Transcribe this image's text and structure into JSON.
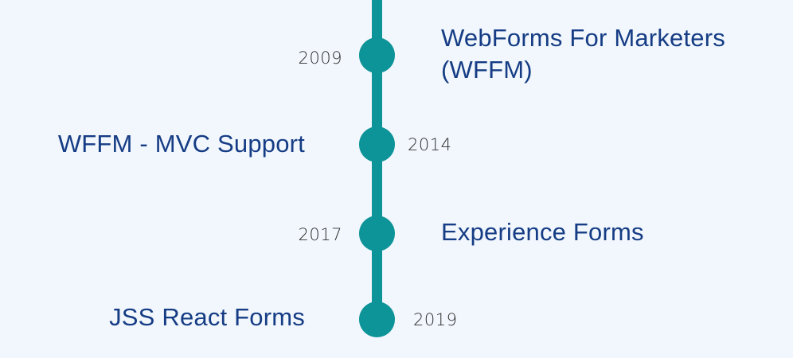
{
  "page": {
    "title": "Sitecore Forms Evolution Timeline",
    "background_color": "#f1f7fd",
    "accent_color": "#0d9498",
    "text_color": "#153c84",
    "year_color": "#2f2f2f"
  },
  "timeline": {
    "orientation": "vertical",
    "axis_label": "",
    "milestones": [
      {
        "year": "2009",
        "label": "WebForms For Marketers\n(WFFM)",
        "year_side": "left",
        "label_side": "right"
      },
      {
        "year": "2014",
        "label": "WFFM - MVC Support",
        "year_side": "right",
        "label_side": "left"
      },
      {
        "year": "2017",
        "label": "Experience Forms",
        "year_side": "left",
        "label_side": "right"
      },
      {
        "year": "2019",
        "label": "JSS React Forms",
        "year_side": "right",
        "label_side": "left"
      }
    ]
  }
}
